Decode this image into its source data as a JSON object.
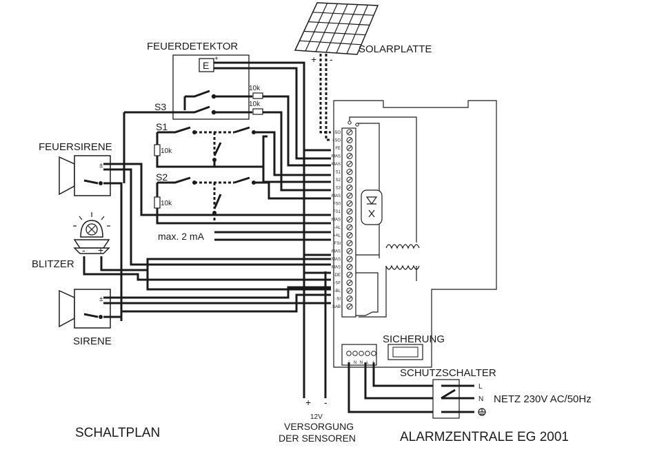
{
  "diagram": {
    "title": "ALARMZENTRALE  EG 2001",
    "subtitle": "SCHALTPLAN",
    "components": {
      "feuerdetektor": "FEUERDETEKTOR",
      "detector_symbol": "E",
      "solarplatte": "SOLARPLATTE",
      "feuersirene": "FEUERSIRENE",
      "blitzer": "BLITZER",
      "sirene": "SIRENE",
      "sicherung": "SICHERUNG",
      "schutzschalter": "SCHUTZSCHALTER"
    },
    "switches": {
      "s3": "S3",
      "s1": "S1",
      "s2": "S2"
    },
    "resistors": {
      "r_top_1": "10k",
      "r_top_2": "10k",
      "r_s1": "10k",
      "r_s2": "10k"
    },
    "current_note": "max. 2 mA",
    "supply": {
      "plus": "+",
      "minus": "-",
      "voltage": "12V",
      "line1": "VERSORGUNG",
      "line2": "DER SENSOREN"
    },
    "mains": {
      "l": "L",
      "n": "N",
      "label": "NETZ 230V AC/50Hz"
    },
    "polarity": {
      "plus": "+",
      "minus": "-",
      "plusminus": "±"
    },
    "terminals": [
      "-SO",
      "+SO",
      "FE",
      "MAS",
      "MAS",
      "S1",
      "S2",
      "S3",
      "MAS",
      "FS0",
      "FS1",
      "MAS",
      "-AL",
      "+AL",
      "FSI",
      "MAS",
      "MAS",
      "MAS",
      "-DE",
      "-SF",
      "-BL",
      "-SI",
      "SAB"
    ],
    "lower_terminals": [
      "⏚",
      "N",
      "N",
      "L",
      "L"
    ]
  }
}
